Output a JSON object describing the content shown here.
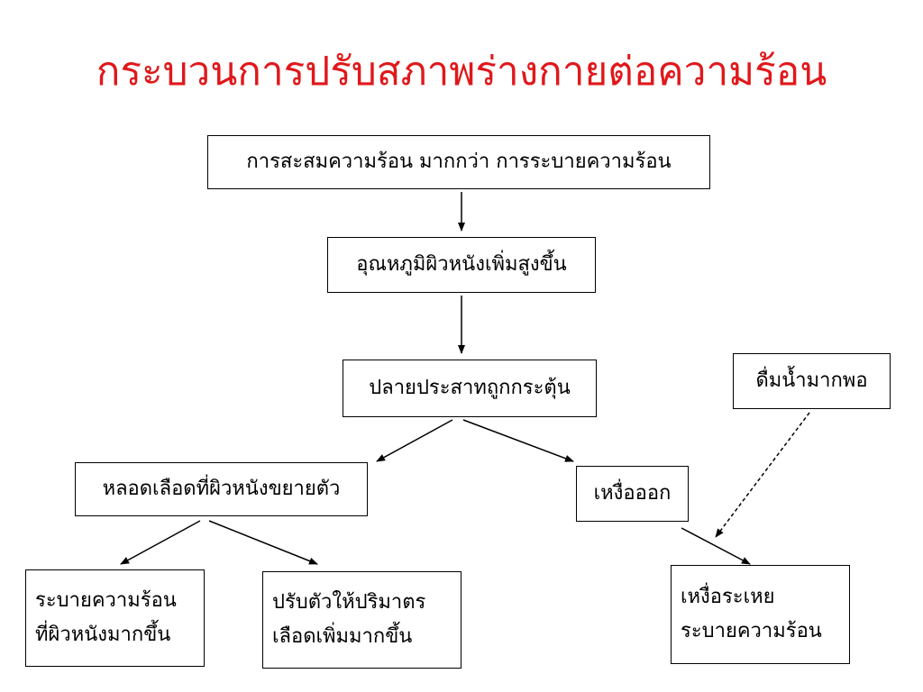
{
  "title": "กระบวนการปรับสภาพร่างกายต่อความร้อน",
  "colors": {
    "title": "#e0181b",
    "line": "#000000"
  },
  "nodes": {
    "heat_accumulation": "การสะสมความร้อน มากกว่า การระบายความร้อน",
    "skin_temp_rise": "อุณหภูมิผิวหนังเพิ่มสูงขึ้น",
    "nerve_stimulated": "ปลายประสาทถูกกระตุ้น",
    "vasodilation": "หลอดเลือดที่ผิวหนังขยายตัว",
    "sweating": "เหงื่อออก",
    "drink_water": "ดื่มน้ำมากพอ",
    "skin_heat_release": {
      "line1": "ระบายความร้อน",
      "line2": "ที่ผิวหนังมากขึ้น"
    },
    "blood_volume_adjust": {
      "line1": "ปรับตัวให้ปริมาตร",
      "line2": "เลือดเพิ่มมากขึ้น"
    },
    "sweat_evaporation": {
      "line1": "เหงื่อระเหย",
      "line2": "ระบายความร้อน"
    }
  }
}
